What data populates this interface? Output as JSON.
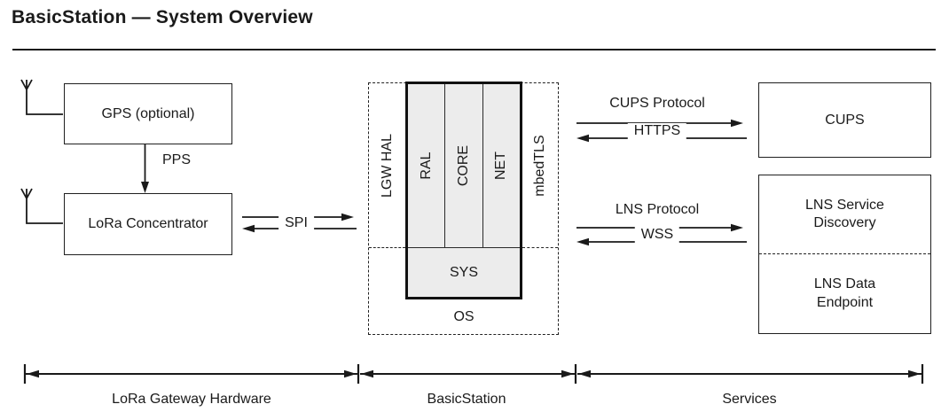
{
  "title": "BasicStation — System Overview",
  "gateway": {
    "gps_box": "GPS (optional)",
    "concentrator_box": "LoRa Concentrator",
    "pps_link": "PPS",
    "spi_link": "SPI"
  },
  "basicstation": {
    "lgw_hal": "LGW HAL",
    "columns": [
      "RAL",
      "CORE",
      "NET"
    ],
    "mbedtls": "mbedTLS",
    "sys": "SYS",
    "os": "OS"
  },
  "protocols": {
    "cups": {
      "name": "CUPS Protocol",
      "transport": "HTTPS"
    },
    "lns": {
      "name": "LNS Protocol",
      "transport": "WSS"
    }
  },
  "services": {
    "cups_box": "CUPS",
    "lns_service_discovery": "LNS Service Discovery",
    "lns_data_endpoint": "LNS Data Endpoint"
  },
  "footer_spans": {
    "hardware": "LoRa Gateway Hardware",
    "station": "BasicStation",
    "services": "Services"
  },
  "colors": {
    "line": "#1a1a1a",
    "module_fill": "#ececec",
    "background": "#ffffff"
  }
}
